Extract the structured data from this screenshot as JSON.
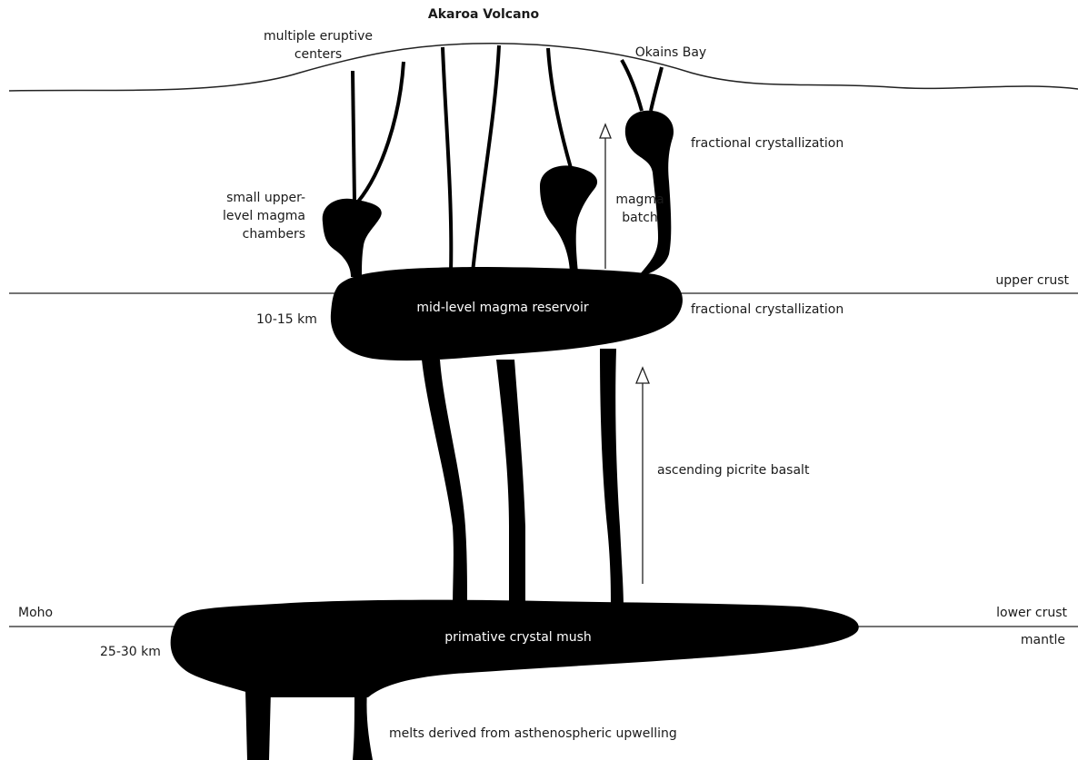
{
  "title": "Akaroa Volcano",
  "labels": {
    "eruptive_centers_line1": "multiple eruptive",
    "eruptive_centers_line2": "centers",
    "okains_bay": "Okains Bay",
    "fractional_cryst_upper": "fractional crystallization",
    "small_chambers_line1": "small upper-",
    "small_chambers_line2": "level magma",
    "small_chambers_line3": "chambers",
    "magma_batch_line1": "magma",
    "magma_batch_line2": "batch",
    "upper_crust": "upper crust",
    "depth_mid": "10-15 km",
    "mid_reservoir": "mid-level magma reservoir",
    "fractional_cryst_mid": "fractional crystallization",
    "ascending_basalt": "ascending picrite basalt",
    "moho": "Moho",
    "lower_crust": "lower crust",
    "mantle": "mantle",
    "depth_deep": "25-30 km",
    "crystal_mush": "primative crystal mush",
    "asthenospheric": "melts derived from asthenospheric upwelling"
  },
  "colors": {
    "magma": "#000000",
    "line": "#222222",
    "background": "#ffffff"
  }
}
